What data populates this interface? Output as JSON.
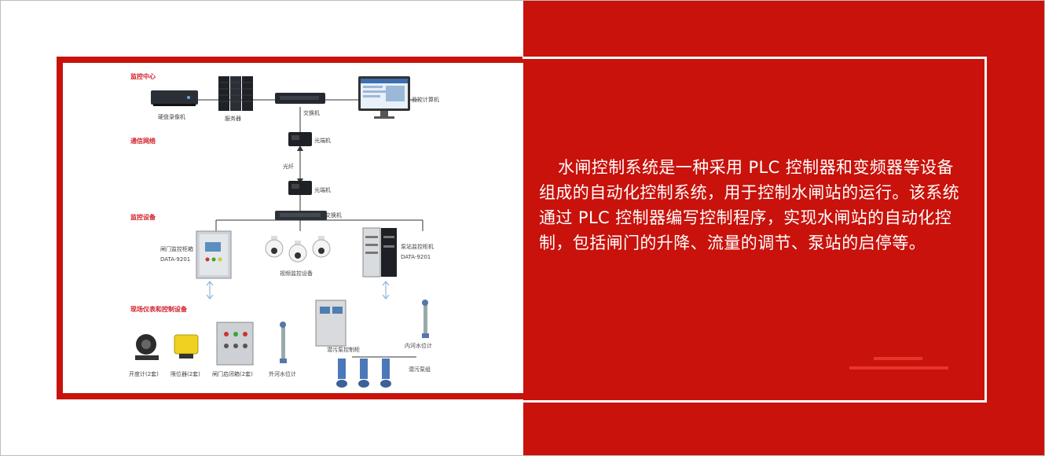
{
  "description": "水闸控制系统是一种采用 PLC 控制器和变频器等设备组成的自动化控制系统，用于控制水闸站的运行。该系统通过 PLC 控制器编写控制程序，实现水闸站的自动化控制，包括闸门的升降、流量的调节、泵站的启停等。",
  "diagram": {
    "sections": {
      "monitor_center": "监控中心",
      "comm_network": "通信网络",
      "control_equipment": "监控设备",
      "field_instruments": "现场仪表和控制设备"
    },
    "labels": {
      "nvr": "硬盘录像机",
      "server": "服务器",
      "switch_top": "交换机",
      "monitor_pc": "监控计算机",
      "fiber_tx": "光端机",
      "fiber": "光纤",
      "fiber_rx": "光端机",
      "switch_mid": "交换机",
      "gate_cabinet": "闸门监控柜箱",
      "gate_cabinet_model": "DATA-9201",
      "cameras": "视频监控设备",
      "pump_cabinet": "泵站监控柜机",
      "pump_cabinet_model": "DATA-9201",
      "flow_meter": "开度计(2套)",
      "limit_switch": "限位器(2套)",
      "gate_box": "闸门启闭箱(2套)",
      "outer_level": "外河水位计",
      "pump_control": "潜污泵控制柜",
      "inner_level": "内河水位计",
      "pumps": "潜污泵组"
    }
  },
  "colors": {
    "accent_red": "#c8120b",
    "deco_red": "#e8352b",
    "text_white": "#ffffff"
  }
}
